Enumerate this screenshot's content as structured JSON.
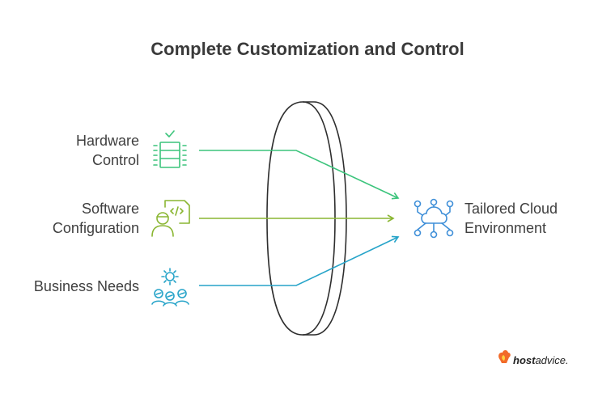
{
  "title": "Complete Customization and Control",
  "inputs": [
    {
      "line1": "Hardware",
      "line2": "Control",
      "color": "#3cc47c",
      "icon": "server-icon"
    },
    {
      "line1": "Software",
      "line2": "Configuration",
      "color": "#8ab632",
      "icon": "developer-icon"
    },
    {
      "line1": "Business Needs",
      "line2": "",
      "color": "#27a4c9",
      "icon": "team-settings-icon"
    }
  ],
  "output": {
    "line1": "Tailored Cloud",
    "line2": "Environment",
    "color": "#3f8fd8",
    "icon": "cloud-network-icon"
  },
  "brand": {
    "bold": "host",
    "rest": "advice."
  }
}
